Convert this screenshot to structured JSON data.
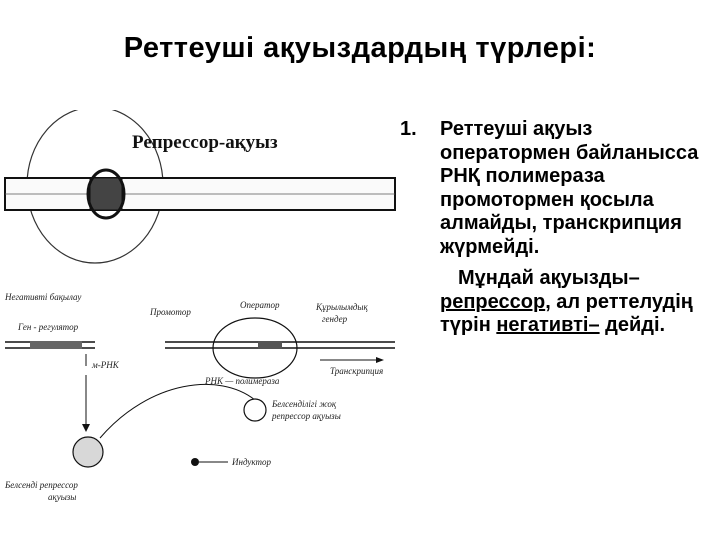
{
  "slide": {
    "title": "Реттеуші ақуыздардың түрлері:"
  },
  "list": {
    "number": "1.",
    "item_text": "Реттеуші ақуыз оператормен байланысса РНҚ полимераза промотормен қосыла алмайды, транскрипция жүрмейді.",
    "para_start": "Мұндай ақуызды–",
    "term1": "репрессор",
    "mid": ", ал реттелудің түрін",
    "term2": "негативті–",
    "end": " дейді."
  },
  "figure": {
    "top_label": "Репрессор-ақуыз",
    "negative_control": "Негативті бақылау",
    "regulator_gene": "Ген - регулятор",
    "promoter": "Промотор",
    "operator": "Оператор",
    "structural_genes_1": "Құрылымдық",
    "structural_genes_2": "гендер",
    "transcription": "Транскрипция",
    "mrna": "м-РНК",
    "rna_polymerase": "РНК — полимераза",
    "inactive_repressor_1": "Белсенділігі жоқ",
    "inactive_repressor_2": "репрессор ақуызы",
    "inducer": "Индуктор",
    "active_repressor_1": "Белсенді репрессор",
    "active_repressor_2": "ақуызы"
  }
}
